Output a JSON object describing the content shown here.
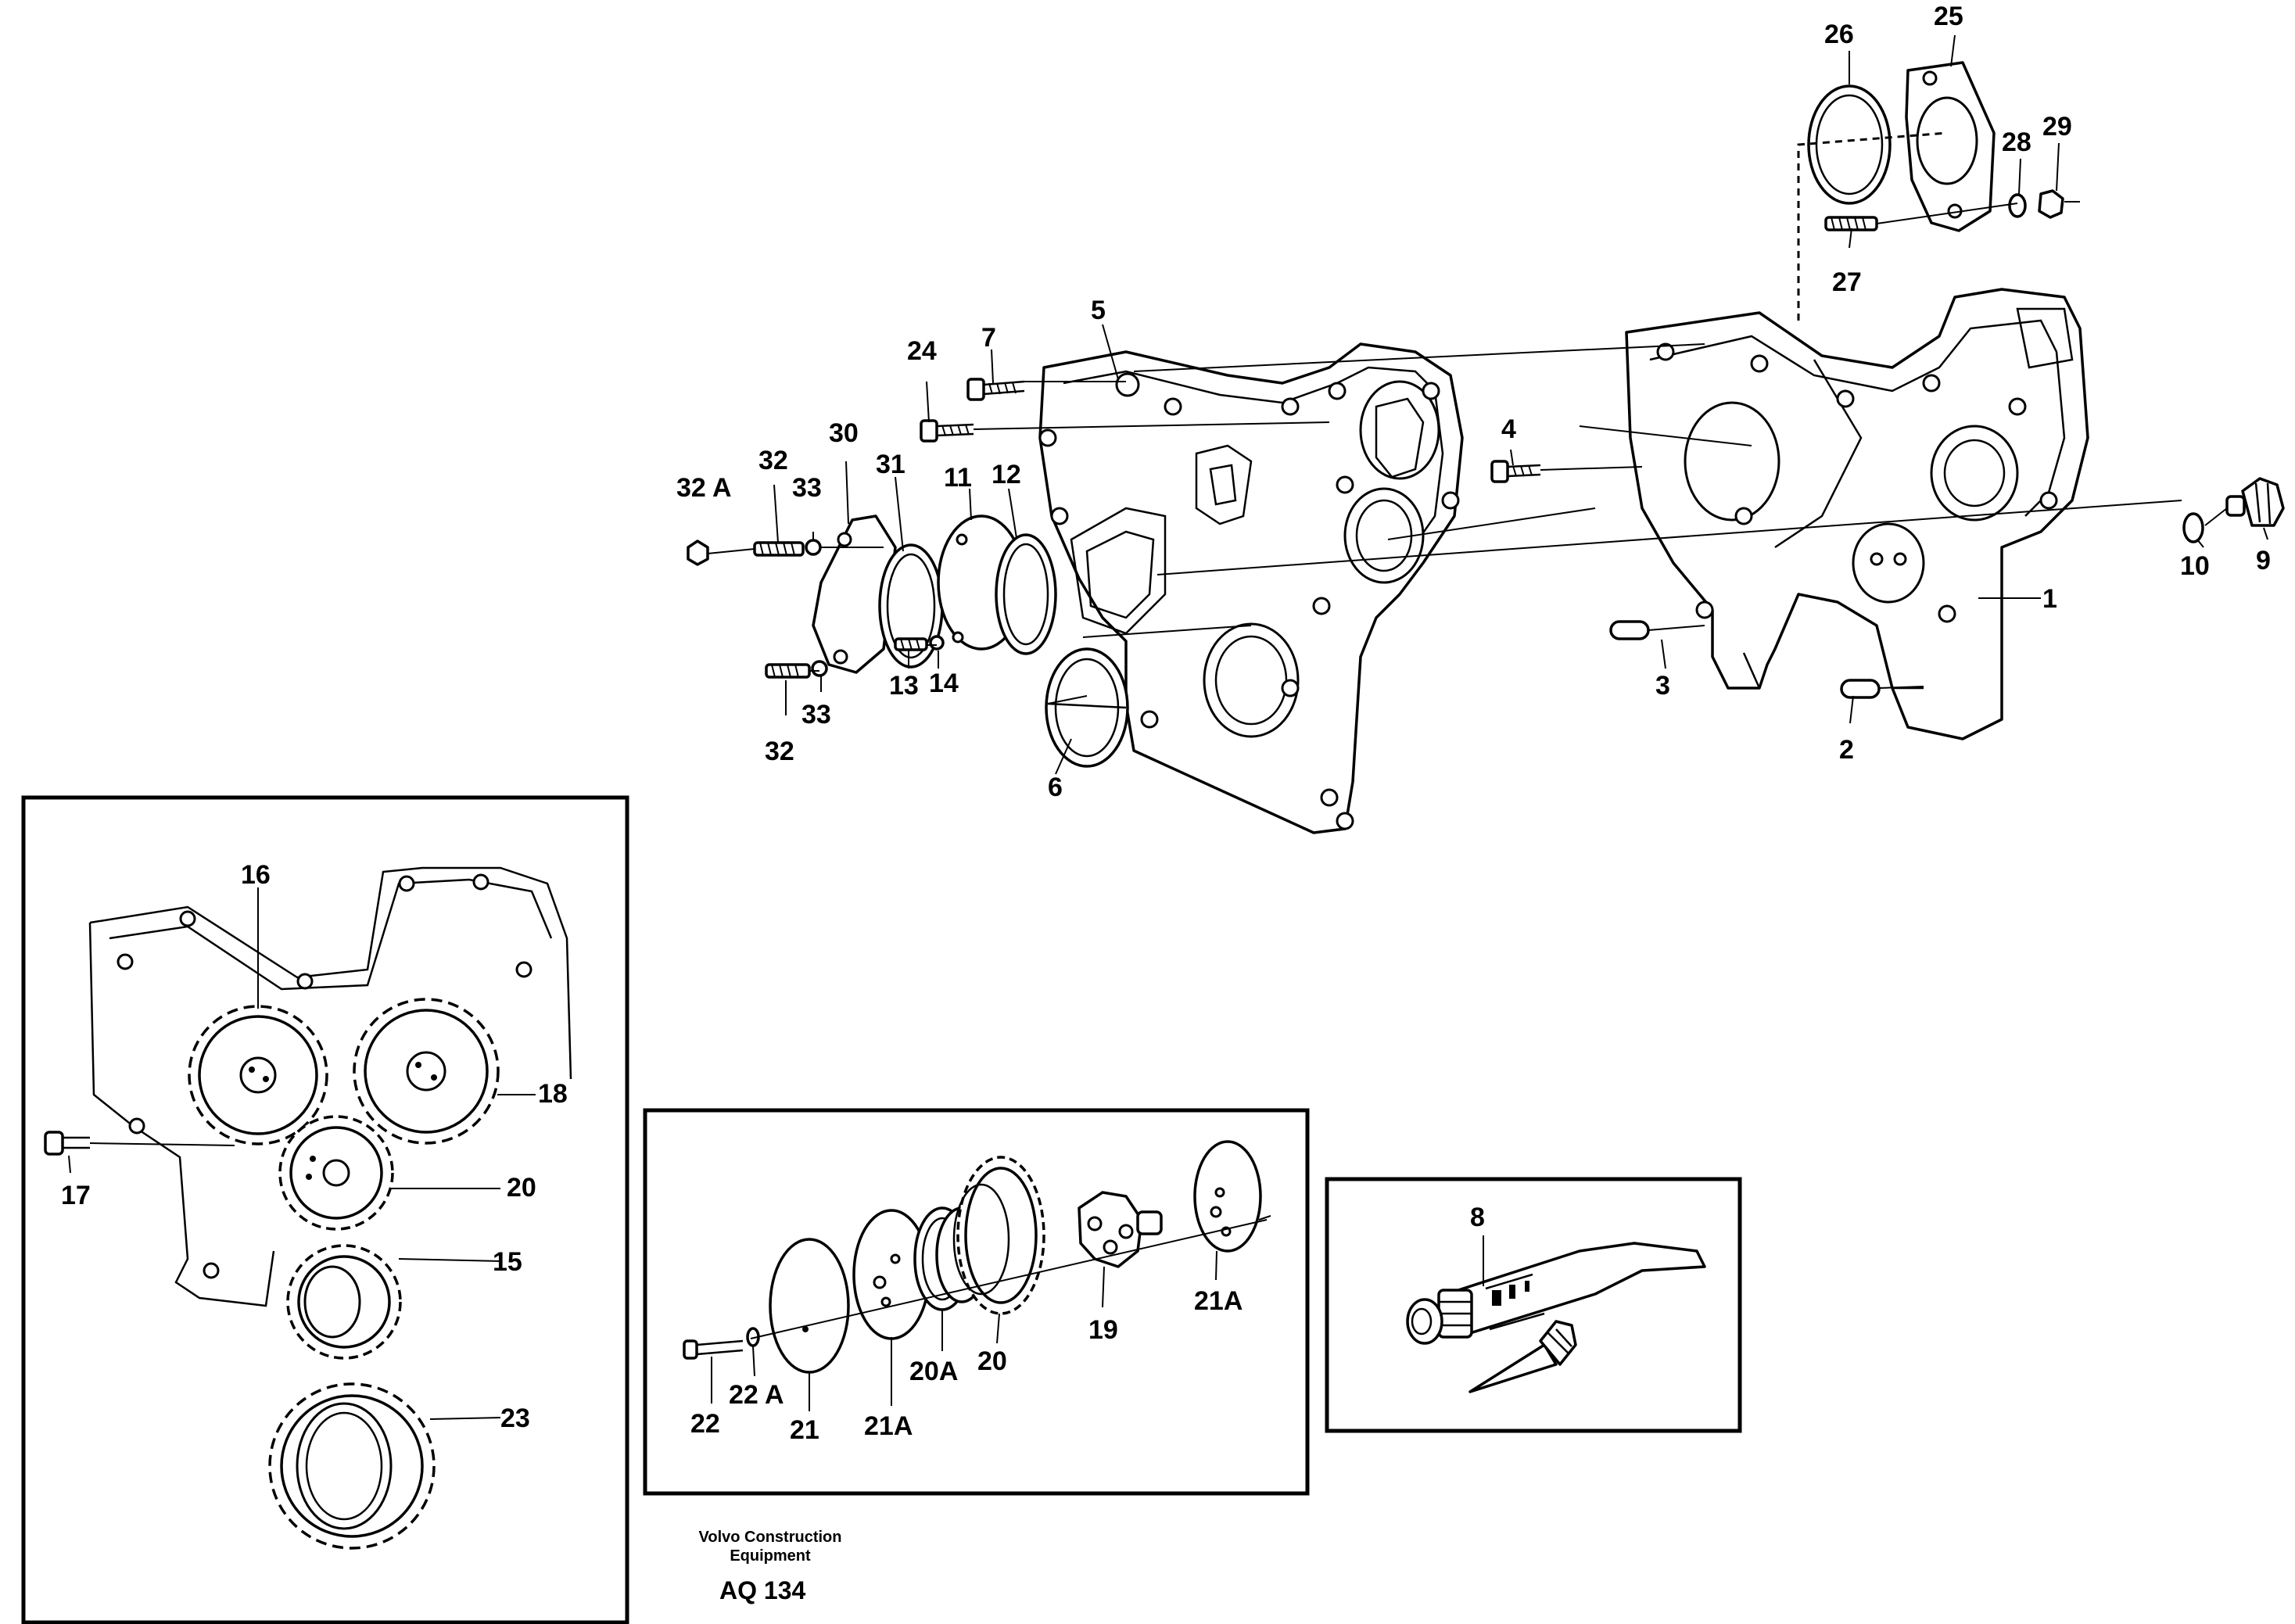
{
  "figure": {
    "code": "AQ 134",
    "publisher_line1": "Volvo Construction",
    "publisher_line2": "Equipment"
  },
  "callouts": {
    "c1": "1",
    "c2": "2",
    "c3": "3",
    "c4": "4",
    "c5": "5",
    "c6": "6",
    "c7": "7",
    "c8": "8",
    "c9": "9",
    "c10": "10",
    "c11": "11",
    "c12": "12",
    "c13": "13",
    "c14": "14",
    "c15": "15",
    "c16": "16",
    "c17": "17",
    "c18": "18",
    "c19": "19",
    "c20a": "20",
    "c20b": "20",
    "c20A": "20A",
    "c21": "21",
    "c21A_left": "21A",
    "c21A_right": "21A",
    "c22": "22",
    "c22A": "22 A",
    "c23": "23",
    "c24": "24",
    "c25": "25",
    "c26": "26",
    "c27": "27",
    "c28": "28",
    "c29": "29",
    "c30": "30",
    "c31": "31",
    "c32_top": "32",
    "c32A": "32 A",
    "c32_bottom": "32",
    "c33_top": "33",
    "c33_bottom": "33"
  }
}
